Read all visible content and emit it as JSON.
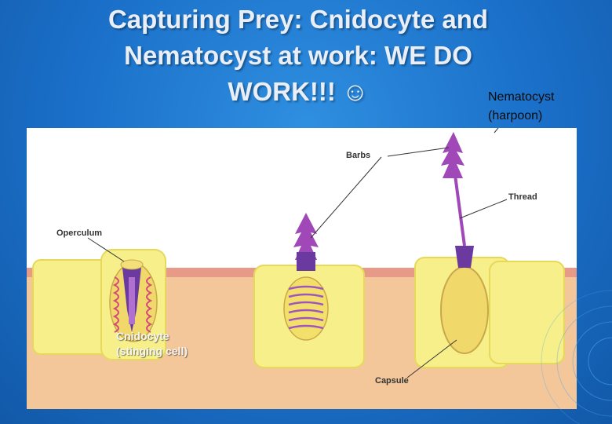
{
  "title": {
    "line1": "Capturing Prey: Cnidocyte and",
    "line2": "Nematocyst at work: WE DO",
    "line3": "WORK!!!",
    "smiley": "☺"
  },
  "nematocyst_label": {
    "line1": "Nematocyst",
    "line2": "(harpoon)"
  },
  "diagram_labels": {
    "barbs": "Barbs",
    "thread": "Thread",
    "operculum": "Operculum",
    "capsule": "Capsule"
  },
  "cnidocyte_label": {
    "line1": "Cnidocyte",
    "line2": "(stinging cell)"
  },
  "colors": {
    "background": "#1a6fc8",
    "skin": "#f4c79a",
    "epidermis": "#e79a88",
    "cell": "#f6ef8a",
    "barb": "#a048b8",
    "coil": "#9e55c0"
  }
}
